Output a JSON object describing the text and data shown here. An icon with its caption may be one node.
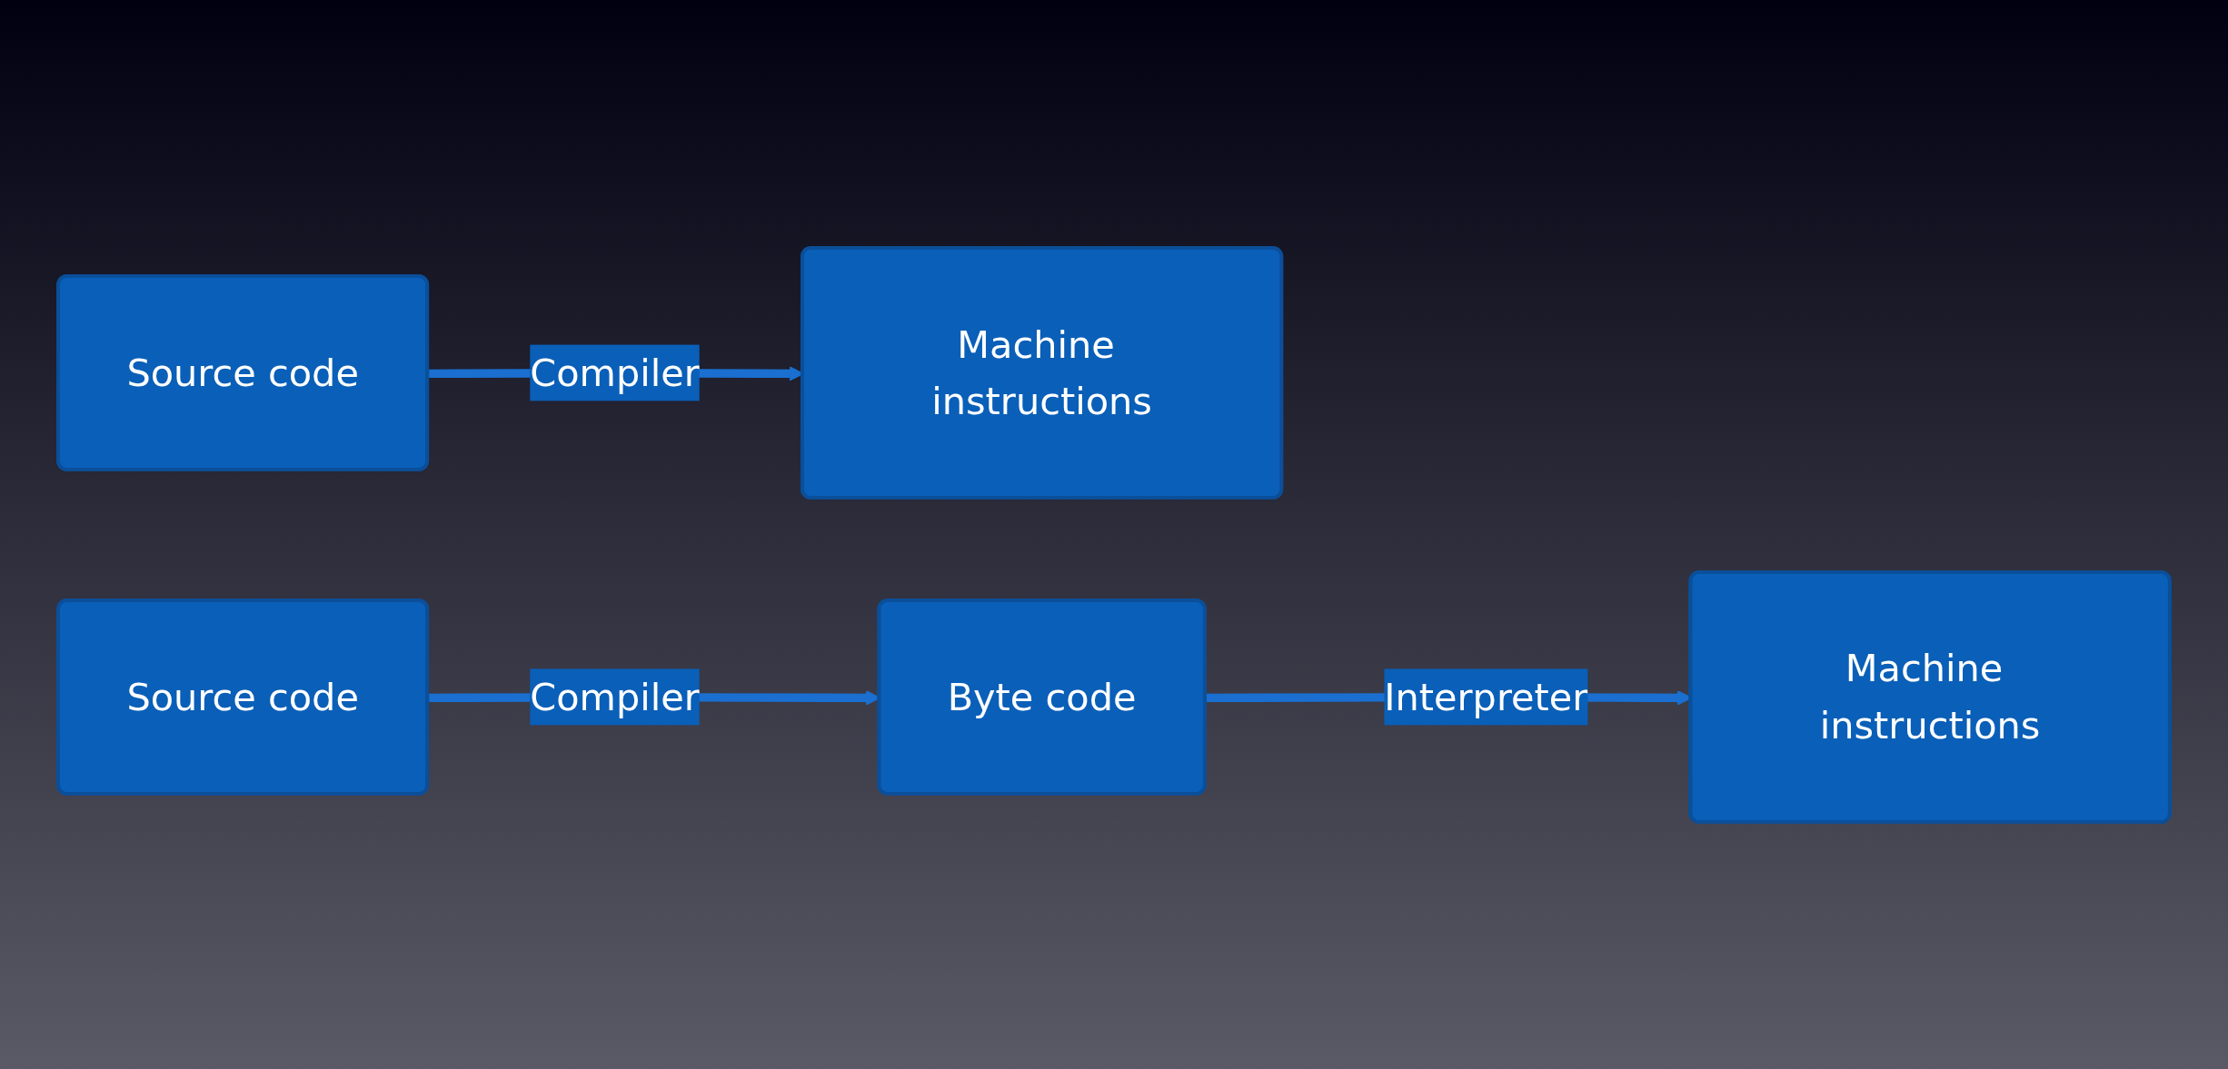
{
  "diagram": {
    "nodes": [
      {
        "text": [
          "Source code"
        ]
      },
      {
        "text": [
          "Machine instructions"
        ]
      },
      {
        "text": [
          "Source code"
        ]
      },
      {
        "text": [
          "Byte code"
        ]
      },
      {
        "text": [
          "Machine instructions"
        ]
      }
    ],
    "edges": [
      {
        "from": 0,
        "to": 1,
        "arrow": "to",
        "label": "Compiler"
      },
      {
        "from": 2,
        "to": 3,
        "arrow": "to",
        "label": "Compiler"
      },
      {
        "from": 3,
        "to": 4,
        "arrow": "to",
        "label": "Interpreter"
      }
    ]
  }
}
